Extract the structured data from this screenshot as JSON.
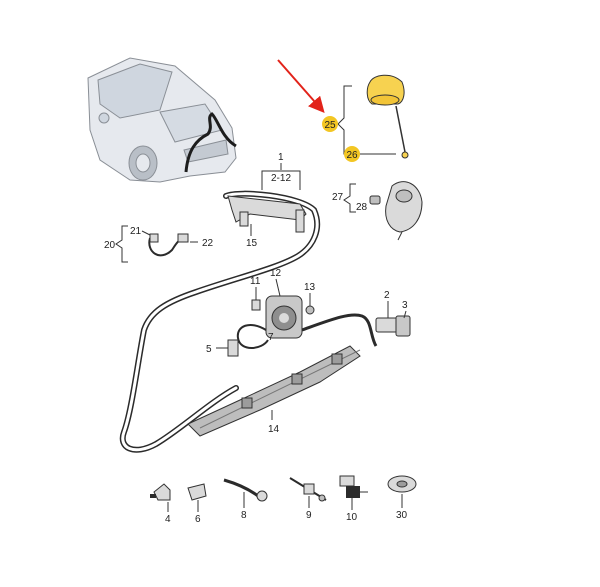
{
  "colors": {
    "badge": "#f3c623",
    "arrow": "#e2231a",
    "part_fill": "#dadada",
    "outline": "#333333",
    "car_fill": "#e6e9ee",
    "cap_fill": "#f7d250"
  },
  "labels": {
    "p1": "1",
    "p2_12": "2-12",
    "p2": "2",
    "p3": "3",
    "p4": "4",
    "p5": "5",
    "p6": "6",
    "p7": "7",
    "p8": "8",
    "p9": "9",
    "p10": "10",
    "p11": "11",
    "p12": "12",
    "p13": "13",
    "p14": "14",
    "p15": "15",
    "p20": "20",
    "p21": "21",
    "p22": "22",
    "p25": "25",
    "p26": "26",
    "p27": "27",
    "p28": "28",
    "p30": "30"
  },
  "highlighted_parts": [
    "25",
    "26"
  ],
  "icons": {
    "arrow": "red-pointer-arrow",
    "car": "car-front-outline"
  }
}
